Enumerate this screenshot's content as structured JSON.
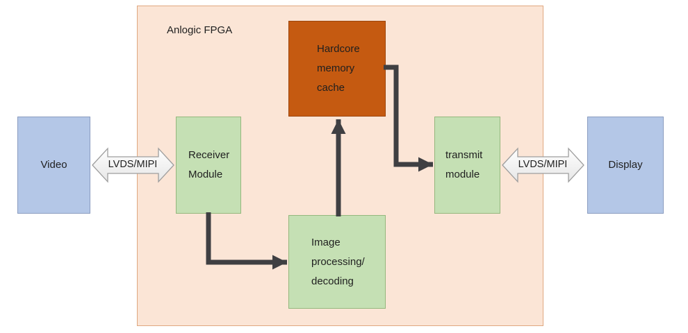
{
  "diagram": {
    "fpga_label": "Anlogic FPGA",
    "nodes": {
      "video": {
        "label": "Video"
      },
      "receiver": {
        "label": "Receiver\nModule"
      },
      "memory": {
        "label": "Hardcore\nmemory\ncache"
      },
      "image": {
        "label": "Image\nprocessing/\ndecoding"
      },
      "transmit": {
        "label": "transmit\nmodule"
      },
      "display": {
        "label": "Display"
      }
    },
    "connectors": {
      "left_bus": {
        "label": "LVDS/MIPI"
      },
      "right_bus": {
        "label": "LVDS/MIPI"
      }
    },
    "flows": [
      {
        "from": "video",
        "to": "receiver",
        "type": "bidirectional-bus"
      },
      {
        "from": "receiver",
        "to": "image",
        "type": "arrow"
      },
      {
        "from": "image",
        "to": "memory",
        "type": "arrow"
      },
      {
        "from": "memory",
        "to": "transmit",
        "type": "arrow"
      },
      {
        "from": "transmit",
        "to": "display",
        "type": "bidirectional-bus"
      }
    ],
    "colors": {
      "fpga_fill": "#fbe5d6",
      "fpga_border": "#dfa77f",
      "green_fill": "#c5e0b4",
      "green_border": "#94b77d",
      "blue_fill": "#b4c7e7",
      "blue_border": "#8a9cc0",
      "orange_fill": "#c55a11",
      "orange_border": "#9c450c",
      "arrow_color": "#3f3f42",
      "bus_border": "#9e9e9e"
    }
  }
}
